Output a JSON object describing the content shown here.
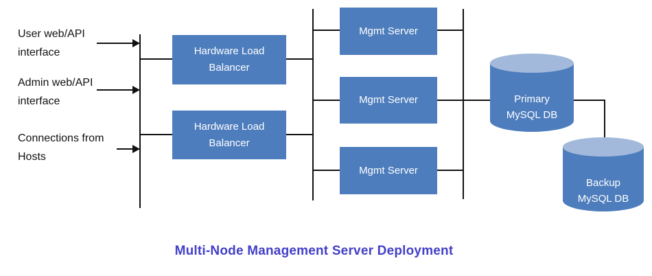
{
  "title": {
    "text": "Multi-Node Management Server Deployment"
  },
  "colors": {
    "node_fill": "#4d7dbd",
    "cylinder_top": "#a2b9dc",
    "connector_line": "#111111",
    "node_text": "#ffffff",
    "label_text": "#111111",
    "title_text": "#4340c8"
  },
  "inputs": [
    {
      "line1": "User web/API",
      "line2": "interface"
    },
    {
      "line1": "Admin web/API",
      "line2": "interface"
    },
    {
      "line1": "Connections from",
      "line2": "Hosts"
    }
  ],
  "load_balancers": [
    {
      "label": "Hardware Load Balancer"
    },
    {
      "label": "Hardware Load Balancer"
    }
  ],
  "mgmt_servers": [
    {
      "label": "Mgmt Server"
    },
    {
      "label": "Mgmt Server"
    },
    {
      "label": "Mgmt Server"
    }
  ],
  "databases": [
    {
      "line1": "Primary",
      "line2": "MySQL DB"
    },
    {
      "line1": "Backup",
      "line2": "MySQL DB"
    }
  ]
}
